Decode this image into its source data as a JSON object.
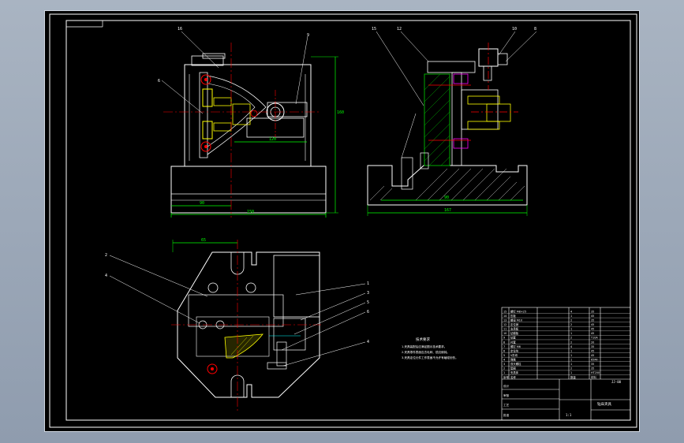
{
  "colors": {
    "background": "#000000",
    "frame": "#ffffff",
    "outline": "#ffffff",
    "dimension": "#00ff00",
    "centerline": "#ff0000",
    "highlight": "#ffff00",
    "accent": "#ff00ff",
    "hatch_green": "#00aa00",
    "leader": "#ffffff",
    "cyan": "#00ffff"
  },
  "top_view": {
    "callouts": [
      "16",
      "6",
      "9"
    ],
    "dims": [
      "120",
      "90",
      "150",
      "160"
    ]
  },
  "side_view": {
    "callouts": [
      "15",
      "12",
      "10",
      "8"
    ],
    "dims": [
      "90",
      "167"
    ]
  },
  "plan_view": {
    "callouts_left": [
      "2",
      "4"
    ],
    "callouts_right": [
      "1",
      "3",
      "5",
      "6",
      "4"
    ],
    "dims": [
      "65"
    ]
  },
  "notes": {
    "title": "技术要求",
    "lines": [
      "1.夹具装配后应满足图示技术要求。",
      "2.夹具零件表面应去毛刺、锐边倒钝。",
      "3.夹具定位元件工作表面不允许有磕碰划伤。"
    ]
  },
  "title_block": {
    "drawing_no": "JJ-00",
    "rows": [
      [
        "15",
        "螺钉 M8×25",
        "4",
        "35"
      ],
      [
        "14",
        "压板",
        "1",
        "45"
      ],
      [
        "13",
        "螺母 M10",
        "2",
        "35"
      ],
      [
        "12",
        "定位销",
        "2",
        "45"
      ],
      [
        "11",
        "支承板",
        "1",
        "45"
      ],
      [
        "10",
        "钻模板",
        "1",
        "45"
      ],
      [
        "9",
        "钻套",
        "2",
        "T10A"
      ],
      [
        "8",
        "衬套",
        "2",
        "20"
      ],
      [
        "7",
        "螺钉 M6",
        "4",
        "35"
      ],
      [
        "6",
        "定位块",
        "1",
        "45"
      ],
      [
        "5",
        "V形块",
        "1",
        "45"
      ],
      [
        "4",
        "弹簧",
        "1",
        "65Mn"
      ],
      [
        "3",
        "双头螺柱",
        "1",
        "35"
      ],
      [
        "2",
        "垫圈",
        "2",
        "35"
      ],
      [
        "1",
        "夹具体",
        "1",
        "HT200"
      ]
    ],
    "header": [
      "序号",
      "名称",
      "数量",
      "材料"
    ],
    "footer_labels": [
      "设计",
      "审核",
      "工艺",
      "批准"
    ],
    "title_text": "钻床夹具",
    "scale": "1:1"
  }
}
